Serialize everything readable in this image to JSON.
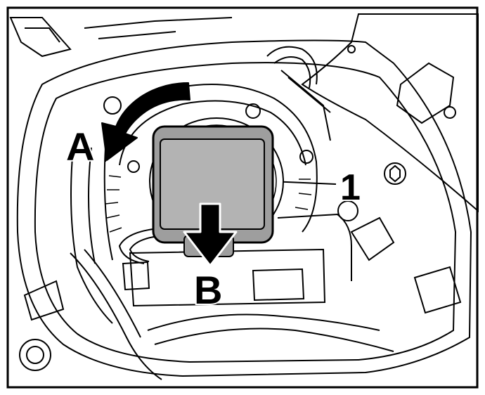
{
  "figure": {
    "callouts": {
      "a": "A",
      "b": "B",
      "one": "1"
    }
  },
  "colors": {
    "line": "#000000",
    "background": "#ffffff",
    "component_fill": "#9e9e9e",
    "component_screen": "#b3b3b3"
  }
}
